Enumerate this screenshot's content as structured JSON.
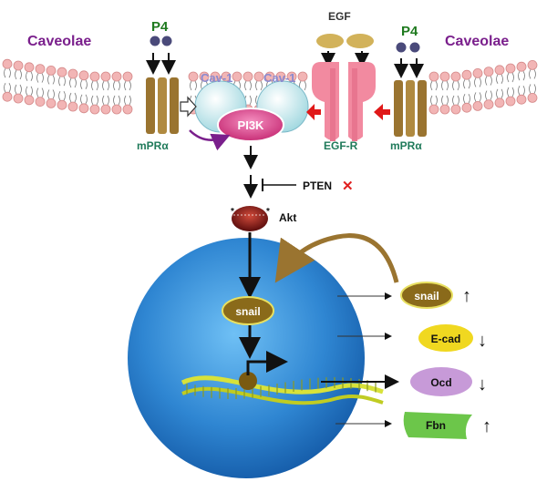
{
  "labels": {
    "caveolae_left": "Caveolae",
    "caveolae_right": "Caveolae",
    "p4_left": "P4",
    "p4_right": "P4",
    "egf": "EGF",
    "cav1_left": "Cav-1",
    "cav1_right": "Cav-1",
    "pi3k": "PI3K",
    "mpr_left": "mPRα",
    "mpr_right": "mPRα",
    "egfr": "EGF-R",
    "pten": "PTEN",
    "pten_mark": "✕",
    "akt": "Akt",
    "snail_nucleus": "snail",
    "snail_out": "snail",
    "ecad": "E-cad",
    "ocd": "Ocd",
    "fbn": "Fbn"
  },
  "regulation": {
    "snail": "↑",
    "ecad": "↓",
    "ocd": "↓",
    "fbn": "↑"
  },
  "colors": {
    "caveolae_text": "#7a1f8c",
    "p4_text": "#1f7a1f",
    "cav1_text": "#8a8ad0",
    "receptor_text": "#1f7a5a",
    "membrane_head": "#f2b5b5",
    "receptor_brown": "#9a7430",
    "egfr_pink": "#f28aa0",
    "pi3k_magenta": "#d8287a",
    "nucleus_blue": "#3a8fd6",
    "pten_x": "#e02020",
    "snail_box": "#8a6a1a",
    "ecad_box": "#f0d820",
    "ocd_box": "#c79ad8",
    "fbn_box": "#6cc64a"
  }
}
